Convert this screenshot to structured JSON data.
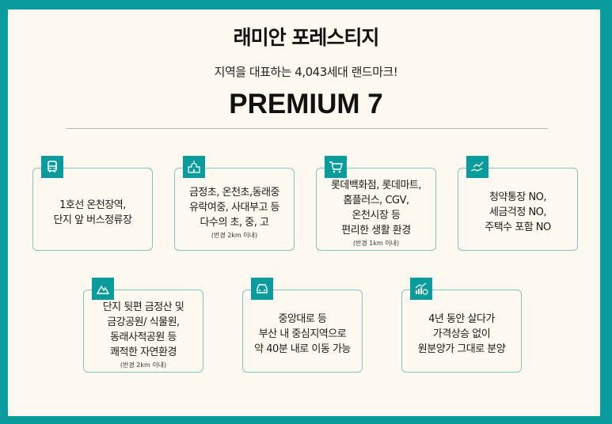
{
  "header": {
    "title": "래미안 포레스티지",
    "subtitle": "지역을 대표하는 4,043세대 랜드마크!",
    "premium": "PREMIUM 7"
  },
  "colors": {
    "border": "#0a9c9c",
    "background": "#fdf9f0",
    "card_border": "#7fc6c4"
  },
  "cards": [
    {
      "icon": "bus-icon",
      "text": "1호선 온천장역,\n단지 앞 버스정류장",
      "note": ""
    },
    {
      "icon": "school-icon",
      "text": "금정초, 온천초,동래중\n유락여중, 사대부고 등\n다수의 초, 중, 고",
      "note": "(반경 2km 이내)"
    },
    {
      "icon": "shopping-cart-icon",
      "text": "롯데백화점, 롯데마트,\n홈플러스, CGV,\n온천시장 등\n편리한 생활 환경",
      "note": "(반경 1km 이내)"
    },
    {
      "icon": "hand-growth-icon",
      "text": "청약통장 NO,\n세금걱정 NO,\n주택수 포함 NO",
      "note": ""
    },
    {
      "icon": "mountain-icon",
      "text": "단지 뒷편 금정산 및\n금강공원/ 식물원,\n동래사적공원 등\n쾌적한 자연환경",
      "note": "(반경 2km 이내)"
    },
    {
      "icon": "car-icon",
      "text": "중앙대로 등\n부산 내 중심지역으로\n약 40분 내로 이동 가능",
      "note": ""
    },
    {
      "icon": "price-chart-icon",
      "text": "4년 동안 살다가\n가격상승 없이\n원분양가 그대로 분양",
      "note": ""
    }
  ]
}
